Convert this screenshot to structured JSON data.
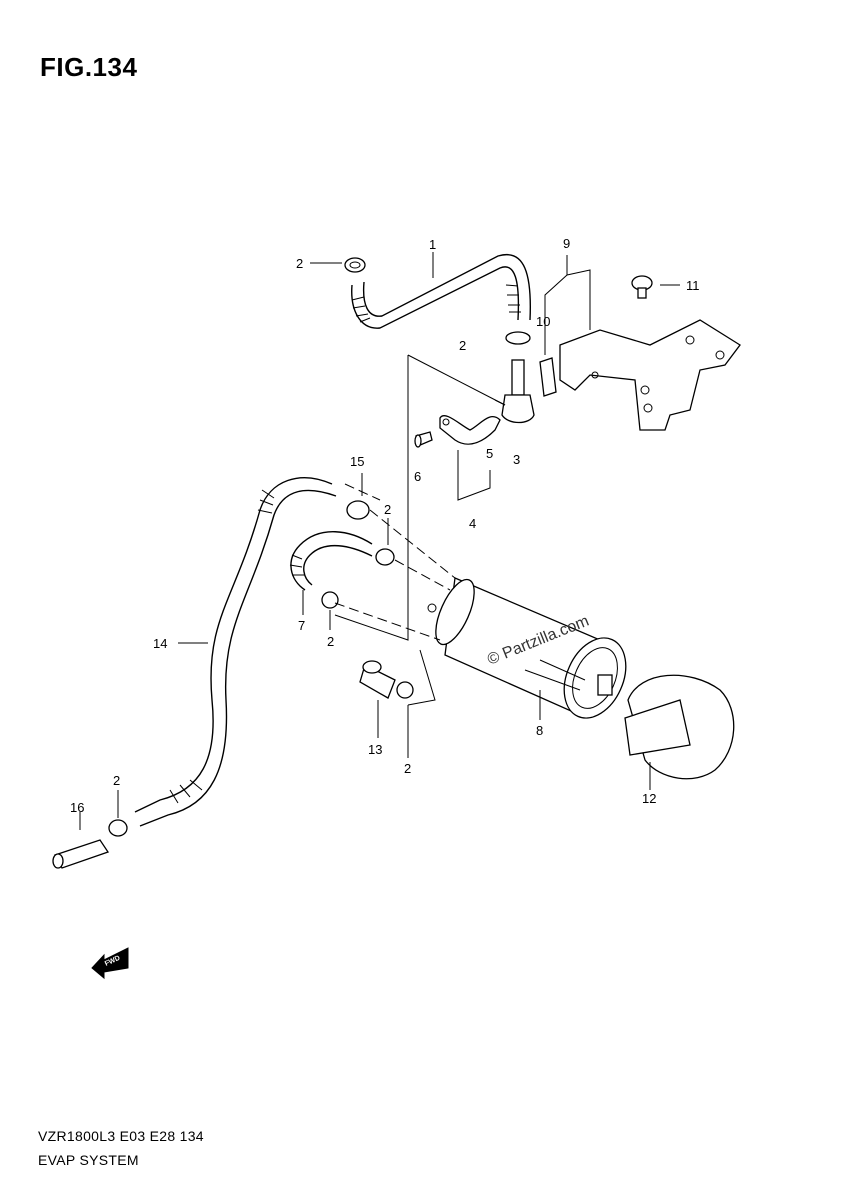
{
  "figure": {
    "title": "FIG.134"
  },
  "watermark": "© Partzilla.com",
  "fwd_arrow_label": "FWD",
  "callouts": {
    "c1": "1",
    "c2a": "2",
    "c2b": "2",
    "c2c": "2",
    "c2d": "2",
    "c2e": "2",
    "c2f": "2",
    "c3": "3",
    "c4": "4",
    "c5": "5",
    "c6": "6",
    "c7": "7",
    "c8": "8",
    "c9": "9",
    "c10": "10",
    "c11": "11",
    "c12": "12",
    "c13": "13",
    "c14": "14",
    "c15": "15",
    "c16": "16"
  },
  "footer": {
    "model_code": "VZR1800L3  E03  E28  134",
    "section_title": "EVAP SYSTEM"
  }
}
